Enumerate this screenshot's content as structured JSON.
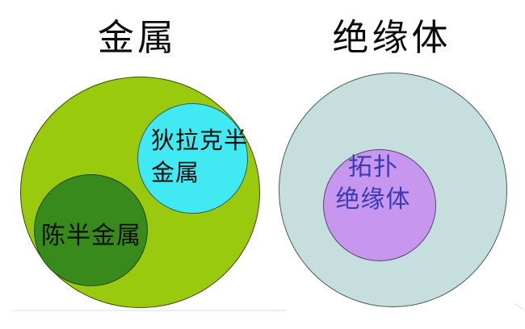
{
  "diagram": {
    "type": "venn-euler",
    "titles": {
      "metal": "金属",
      "insulator": "绝缘体"
    },
    "sets": {
      "metal": {
        "label": "金属",
        "fill": "#9aca0e"
      },
      "dirac_semimetal": {
        "line1": "狄拉克半",
        "line2": "金属",
        "fill": "#41eaf2",
        "text_color": "#0d0d0d"
      },
      "chern_semimetal": {
        "label": "陈半金属",
        "fill": "#388a1c",
        "text_color": "#0d0d0d"
      },
      "insulator": {
        "label": "绝缘体",
        "fill": "#c6dede"
      },
      "topological_insulator": {
        "line1": "拓扑",
        "line2": "绝缘体",
        "fill": "#c797ef",
        "text_color": "#3a3ab5"
      }
    },
    "colors": {
      "background": "#ffffff",
      "outline_left": "#3f4a08",
      "outline_right": "#4d5c62",
      "title_text": "#0c0c0c"
    }
  }
}
